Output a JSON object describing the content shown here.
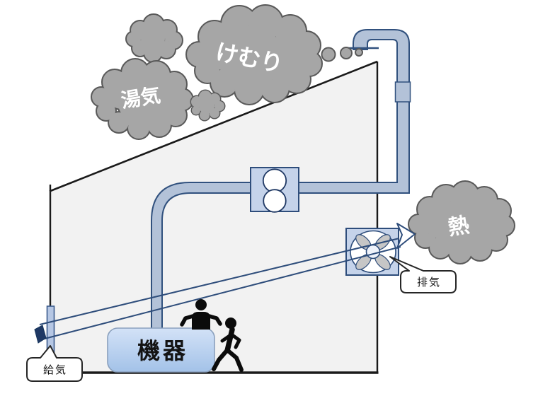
{
  "scene": {
    "clouds": {
      "steam": "湯気",
      "smoke": "けむり",
      "heat": "熱"
    },
    "equipment_label": "機器",
    "callouts": {
      "exhaust": "排気",
      "supply": "給気"
    },
    "colors": {
      "cloud_fill": "#a6a6a6",
      "cloud_outline": "#595959",
      "duct_fill": "#b3c2d8",
      "duct_outline": "#31517e",
      "fan_panel_fill": "#c5d3ea",
      "fan_outline": "#2e4d7b",
      "equipment_top": "#d3e2f7",
      "equipment_bottom": "#a3c2e8",
      "building_fill": "#f2f2f2",
      "wall_line": "#1a1a1a",
      "inlet_dark": "#1f3864"
    }
  }
}
